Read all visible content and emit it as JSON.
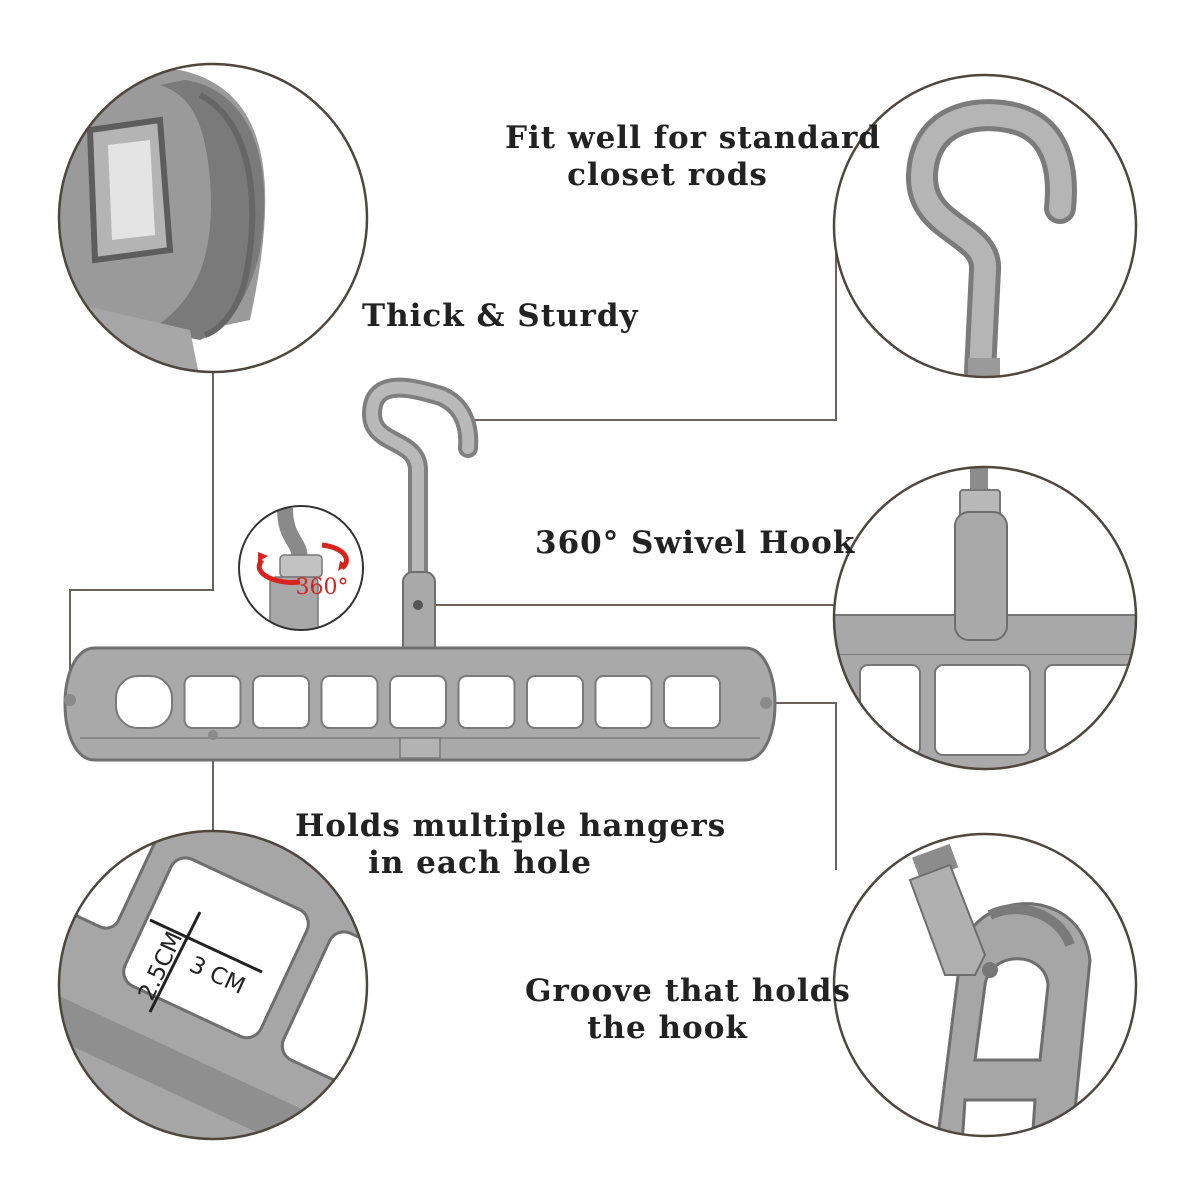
{
  "captions": {
    "closet": [
      "Fit well for standard",
      "closet rods"
    ],
    "sturdy": "Thick & Sturdy",
    "swivel": "360° Swivel Hook",
    "holds": [
      "Holds multiple hangers",
      "in each hole"
    ],
    "groove": [
      "Groove that holds",
      "the hook"
    ]
  },
  "badge": {
    "text": "360°"
  },
  "dimensions": {
    "height": "2.5CM",
    "width": "3 CM"
  },
  "colors": {
    "plastic": "#a7a7a7",
    "plastic_dark": "#7c7c7c",
    "outline": "#5a5a5a",
    "arrow": "#d9231d",
    "leader": "#6b6358",
    "circle": "#4f463c"
  }
}
